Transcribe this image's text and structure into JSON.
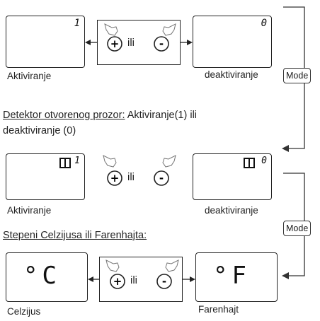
{
  "row1": {
    "left_display": {
      "value": "1"
    },
    "right_display": {
      "value": "0"
    },
    "left_caption": "Aktiviranje",
    "right_caption": "deaktiviranje",
    "or_label": "ili"
  },
  "mode_label_1": "Mode",
  "section2": {
    "heading_underlined": "Detektor otvorenog prozor:",
    "heading_rest": " Aktiviranje(1) ili",
    "heading_line2": "deaktiviranje (0)"
  },
  "row2": {
    "left_display": {
      "value": "1"
    },
    "right_display": {
      "value": "0"
    },
    "left_caption": "Aktiviranje",
    "right_caption": "deaktiviranje",
    "or_label": "ili"
  },
  "mode_label_2": "Mode",
  "section3": {
    "heading": "Stepeni Celzijusa ili Farenhajta:"
  },
  "row3": {
    "left_display": {
      "value": "°C"
    },
    "right_display": {
      "value": "°F"
    },
    "left_caption": "Celzijus",
    "right_caption": "Farenhajt",
    "or_label": "ili"
  },
  "buttons": {
    "plus": "+",
    "minus": "-"
  }
}
